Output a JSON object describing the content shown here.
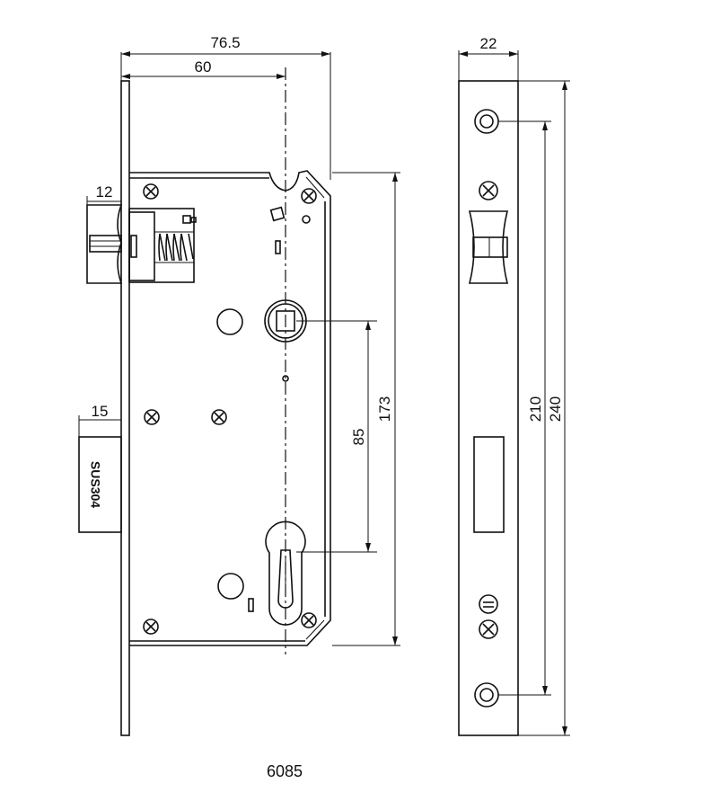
{
  "drawing": {
    "model": "6085",
    "material_stamp": "SUS304"
  },
  "dimensions": {
    "backset_total": "76.5",
    "backset": "60",
    "latch_projection": "12",
    "deadbolt_projection": "15",
    "body_height": "173",
    "center_distance": "85",
    "faceplate_width": "22",
    "screw_spacing": "210",
    "faceplate_height": "240"
  }
}
